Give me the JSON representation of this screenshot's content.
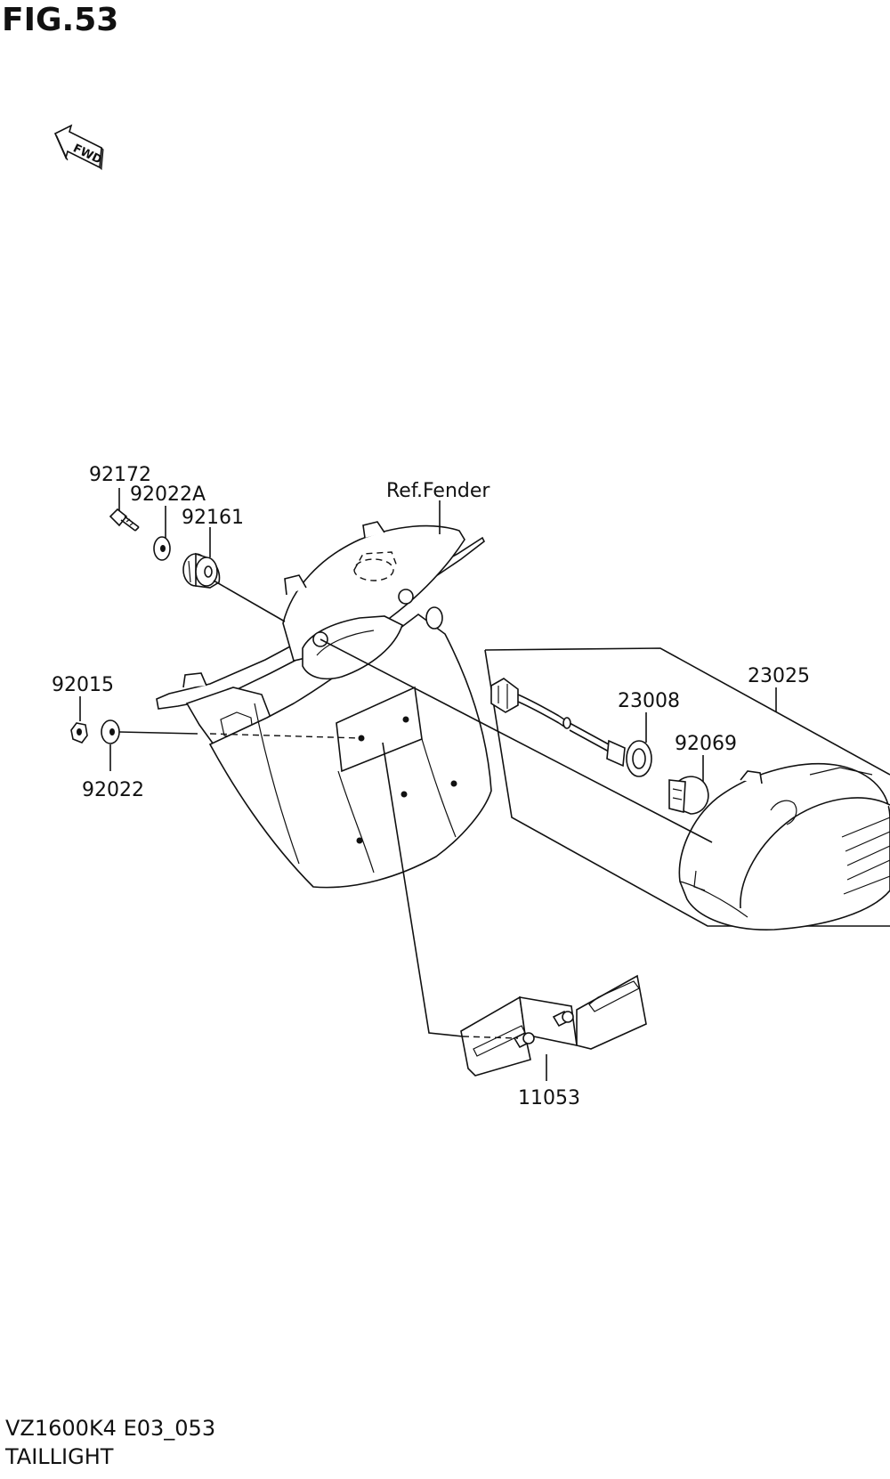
{
  "figure": {
    "title": "FIG.53",
    "fwd_label": "FWD",
    "fwd_icon": "fwd-arrow-icon"
  },
  "callouts": {
    "p92172": "92172",
    "p92022A": "92022A",
    "p92161": "92161",
    "ref_fender": "Ref.Fender",
    "p92015": "92015",
    "p92022": "92022",
    "p23025": "23025",
    "p23008": "23008",
    "p92069": "92069",
    "p11053": "11053"
  },
  "footer": {
    "code": "VZ1600K4 E03_053",
    "name": "TAILLIGHT"
  }
}
